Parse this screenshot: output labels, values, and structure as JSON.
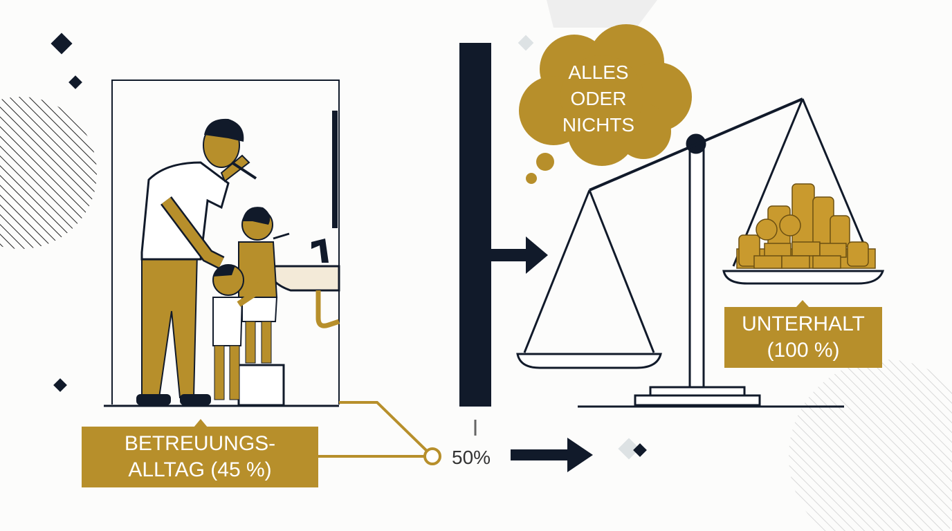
{
  "colors": {
    "gold": "#b78f2b",
    "navy": "#111a2a",
    "cream": "#f3ead8"
  },
  "thought_bubble": {
    "line1": "ALLES",
    "line2": "ODER",
    "line3": "NICHTS"
  },
  "maintenance_label": {
    "line1": "UNTERHALT",
    "line2": "(100 %)"
  },
  "care_label": {
    "line1": "BETREUUNGS-",
    "line2": "ALLTAG (45 %)"
  },
  "threshold": {
    "value": "50%"
  }
}
